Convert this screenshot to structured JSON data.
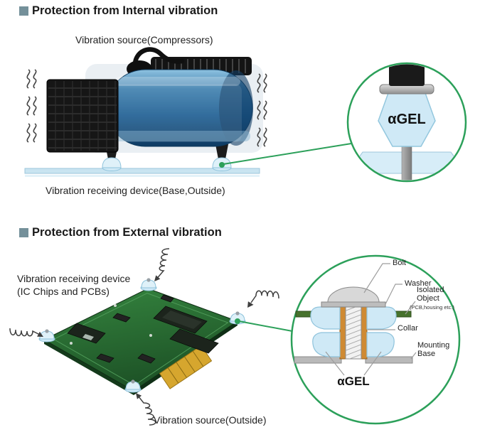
{
  "colors": {
    "accent_green": "#2ca05a",
    "gel_blue": "#cfe9f6",
    "bullet_gray": "#74909a",
    "pcb_green": "#2e7d3c",
    "collar_orange": "#cf8a33",
    "isolated_green": "#47722d"
  },
  "internal": {
    "title": "Protection from Internal vibration",
    "source_label": "Vibration source(Compressors)",
    "receiver_label": "Vibration receiving device(Base,Outside)",
    "gel_label": "αGEL"
  },
  "external": {
    "title": "Protection from External vibration",
    "receiver_label_line1": "Vibration receiving device",
    "receiver_label_line2": "(IC Chips and PCBs)",
    "source_label": "Vibration source(Outside)",
    "gel_label": "αGEL",
    "callouts": {
      "bolt": "Bolt",
      "washer": "Washer",
      "isolated_object_line1": "Isolated",
      "isolated_object_line2": "Object",
      "isolated_object_note": "(PCB,housing etc.)",
      "collar": "Collar",
      "mounting_base_line1": "Mounting",
      "mounting_base_line2": "Base"
    }
  }
}
